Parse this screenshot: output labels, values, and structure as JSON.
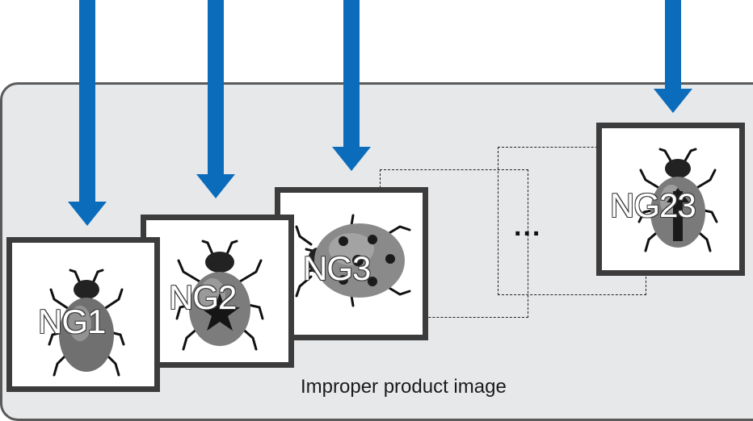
{
  "samples": [
    {
      "label": "NG1"
    },
    {
      "label": "NG2"
    },
    {
      "label": "NG3"
    },
    {
      "label": "NG23"
    }
  ],
  "ellipsis": "...",
  "caption": "Improper product image",
  "colors": {
    "arrow": "#0b6cbc",
    "panel": "#e6e8ea",
    "frame_border": "#3c3c3c"
  },
  "icons": [
    "down-arrow-icon",
    "ladybug-icon"
  ]
}
